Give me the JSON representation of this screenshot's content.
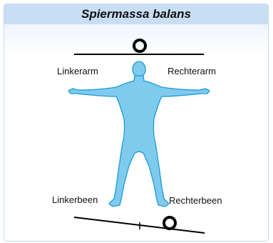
{
  "panel": {
    "title": "Spiermassa balans"
  },
  "labels": {
    "left_arm": "Linkerarm",
    "right_arm": "Rechterarm",
    "left_leg": "Linkerbeen",
    "right_leg": "Rechterbeen"
  },
  "icons": {
    "body": "human-body-icon",
    "balance_marker": "circle-marker-icon"
  },
  "colors": {
    "header_bg": "#c8def3",
    "body_fill": "#7ecbee",
    "body_stroke": "#1c9ad6",
    "line": "#000000"
  }
}
